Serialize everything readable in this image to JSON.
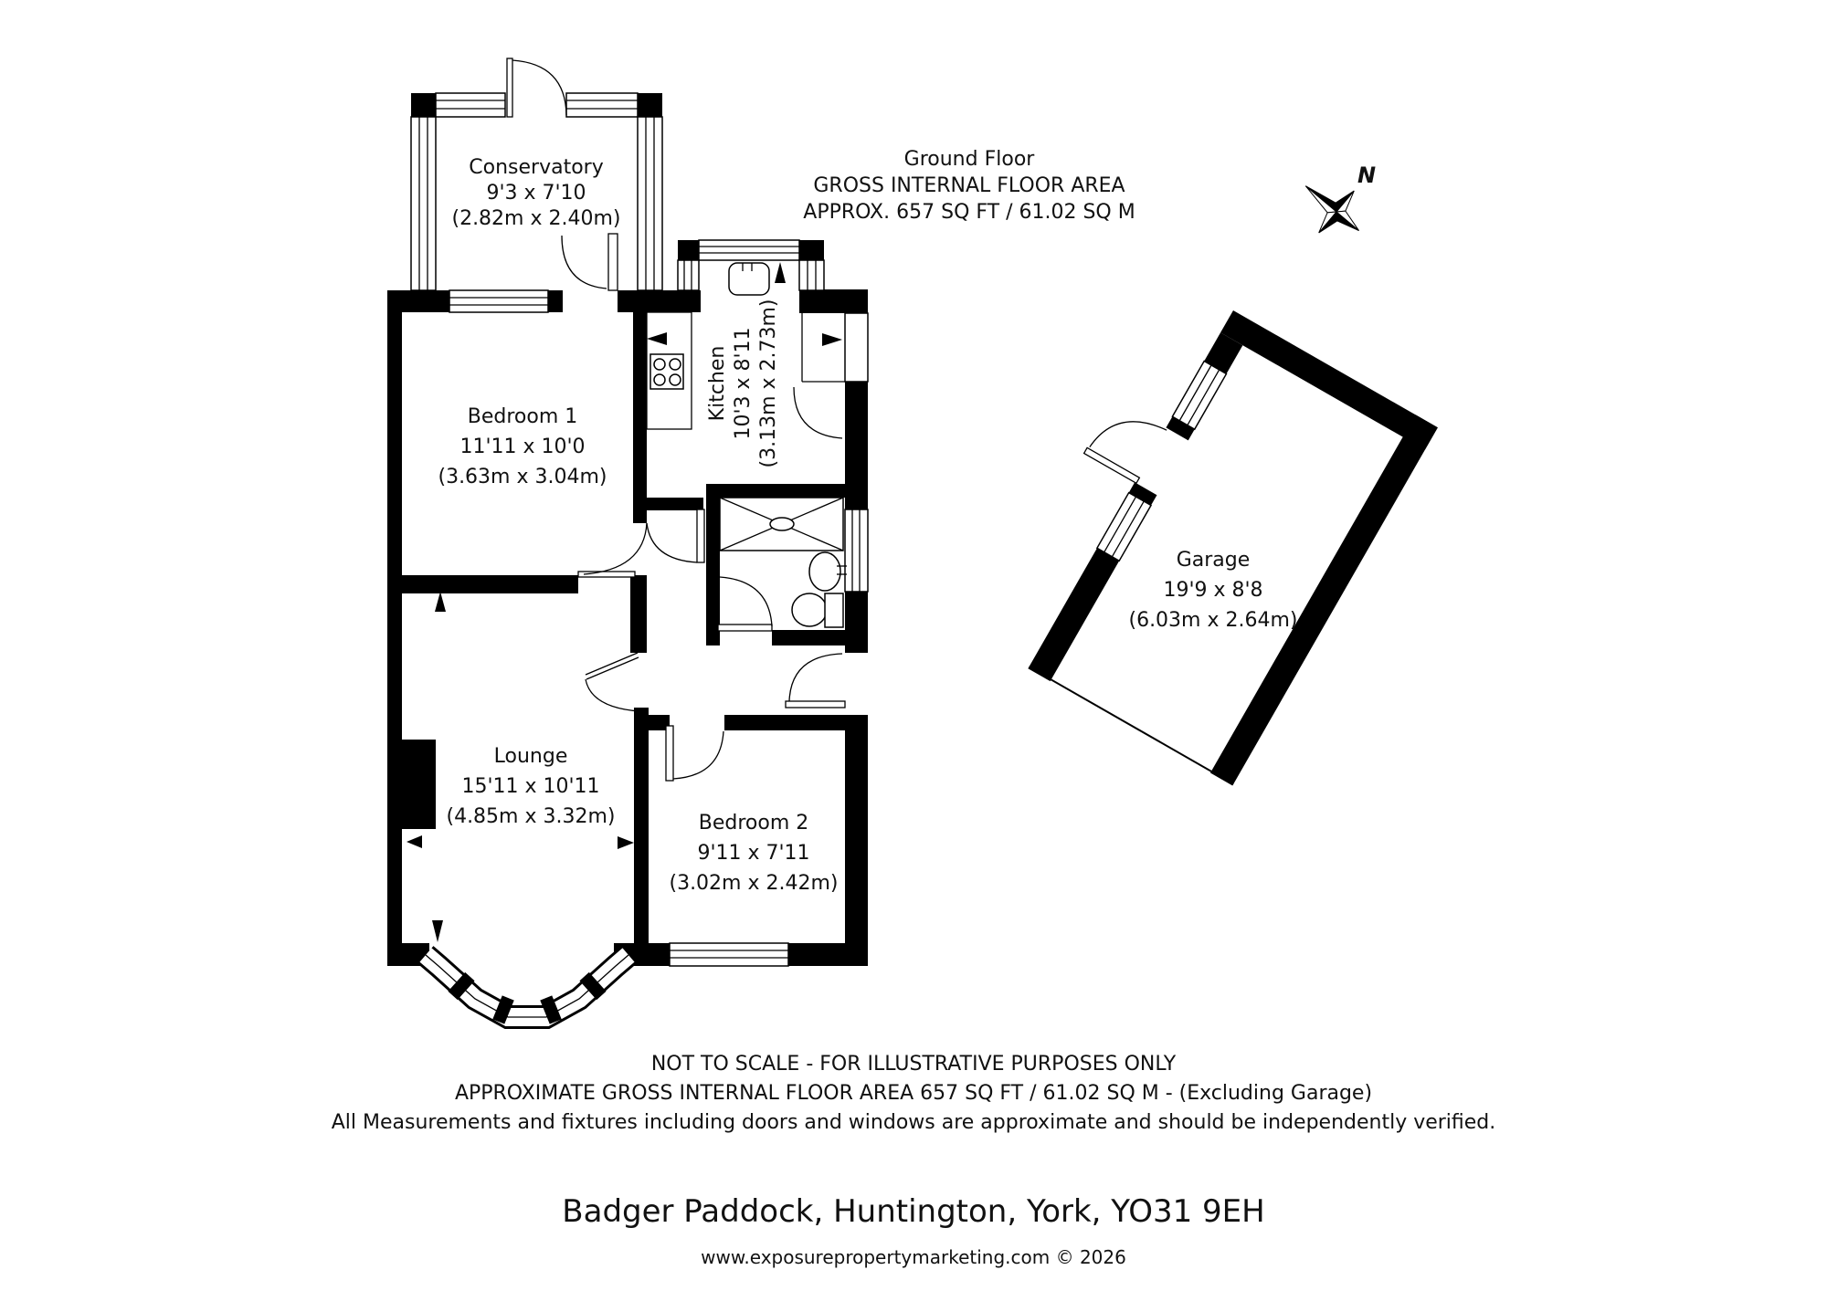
{
  "header": {
    "line1": "Ground Floor",
    "line2": "GROSS INTERNAL FLOOR AREA",
    "line3": "APPROX. 657 SQ FT / 61.02 SQ M"
  },
  "compass": {
    "north_label": "N"
  },
  "rooms": [
    {
      "name": "Conservatory",
      "imperial": "9'3 x 7'10",
      "metric": "(2.82m x 2.40m)"
    },
    {
      "name": "Bedroom 1",
      "imperial": "11'11 x 10'0",
      "metric": "(3.63m x 3.04m)"
    },
    {
      "name": "Kitchen",
      "imperial": "10'3 x 8'11",
      "metric": "(3.13m x 2.73m)"
    },
    {
      "name": "Lounge",
      "imperial": "15'11 x 10'11",
      "metric": "(4.85m x 3.32m)"
    },
    {
      "name": "Bedroom 2",
      "imperial": "9'11 x 7'11",
      "metric": "(3.02m x 2.42m)"
    },
    {
      "name": "Garage",
      "imperial": "19'9 x 8'8",
      "metric": "(6.03m x 2.64m)"
    }
  ],
  "footer": {
    "disclaimer1": "NOT TO SCALE - FOR ILLUSTRATIVE PURPOSES ONLY",
    "disclaimer2": "APPROXIMATE GROSS INTERNAL FLOOR AREA 657 SQ FT / 61.02 SQ M - (Excluding Garage)",
    "disclaimer3": "All Measurements and fixtures including doors and windows are approximate and should be independently verified.",
    "address": "Badger Paddock, Huntington, York, YO31 9EH",
    "copyright": "www.exposurepropertymarketing.com © 2026"
  },
  "colors": {
    "wall": "#000000",
    "background": "#ffffff",
    "text": "#111111"
  }
}
